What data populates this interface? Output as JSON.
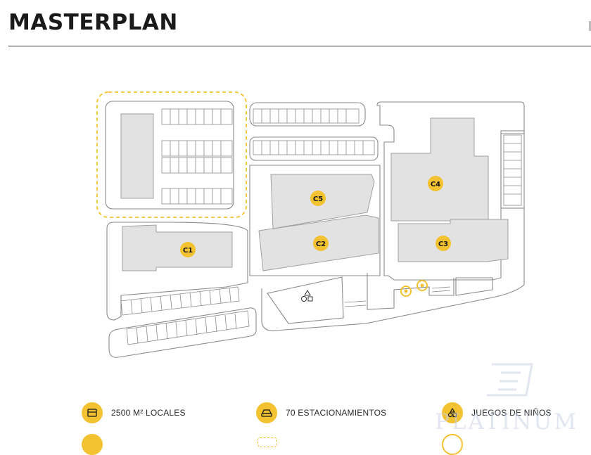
{
  "header": {
    "title": "MASTERPLAN"
  },
  "buildings": [
    {
      "id": "C1",
      "label": "C1"
    },
    {
      "id": "C2",
      "label": "C2"
    },
    {
      "id": "C3",
      "label": "C3"
    },
    {
      "id": "C4",
      "label": "C4"
    },
    {
      "id": "C5",
      "label": "C5"
    }
  ],
  "legend": {
    "items": [
      {
        "icon": "store-icon",
        "label": "2500 M² LOCALES"
      },
      {
        "icon": "car-icon",
        "label": "70 ESTACIONAMIENTOS"
      },
      {
        "icon": "playground-icon",
        "label": "JUEGOS DE NIÑOS"
      }
    ],
    "partial_items": [
      {
        "icon": "partial-legend-icon"
      },
      {
        "icon": "dashed-area-icon"
      },
      {
        "icon": "target-icon"
      }
    ]
  },
  "watermark": {
    "text": "PLATINUM"
  },
  "colors": {
    "accent": "#F2C230",
    "building_fill": "#E2E2E2",
    "building_stroke": "#9A9A9A",
    "outline": "#8A8A8A"
  }
}
